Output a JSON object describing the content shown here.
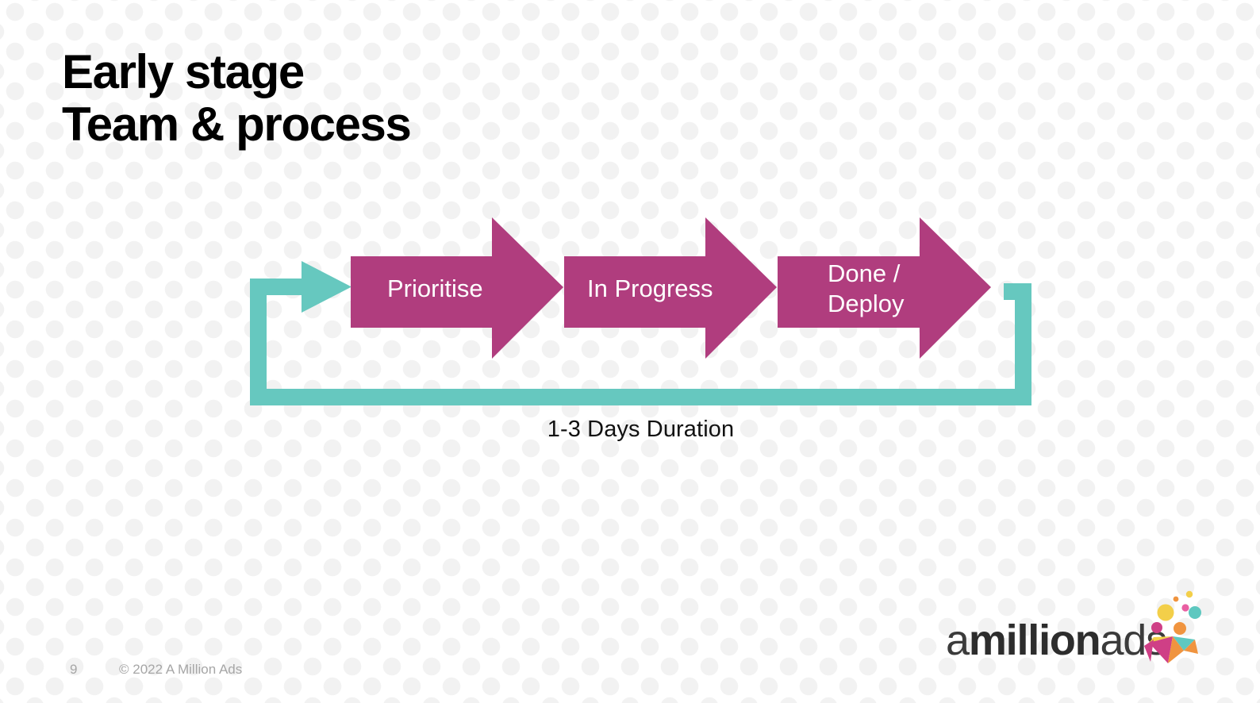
{
  "slide": {
    "title_line_1": "Early stage",
    "title_line_2": "Team & process",
    "caption": "1-3 Days Duration"
  },
  "diagram": {
    "type": "process-flow",
    "steps": [
      {
        "label": "Prioritise"
      },
      {
        "label": "In Progress"
      },
      {
        "label": "Done /\nDeploy"
      }
    ],
    "loop": {
      "label": "1-3 Days Duration",
      "direction": "feedback-left"
    },
    "colors": {
      "chevron": "#b03d7e",
      "chevron_text": "#ffffff",
      "loop": "#66c8bf",
      "background": "#ffffff",
      "dot": "#f2f2f2"
    }
  },
  "footer": {
    "page_number": "9",
    "copyright": "© 2022 A Million Ads"
  },
  "logo": {
    "word_part_1": "a",
    "word_part_2": "million",
    "word_part_3": "ads",
    "colors": {
      "magenta": "#cf3f86",
      "teal": "#5ec8c0",
      "orange": "#f0943f",
      "yellow": "#f3cf49",
      "pink": "#e95fa2",
      "text": "#3b3b3b"
    }
  }
}
